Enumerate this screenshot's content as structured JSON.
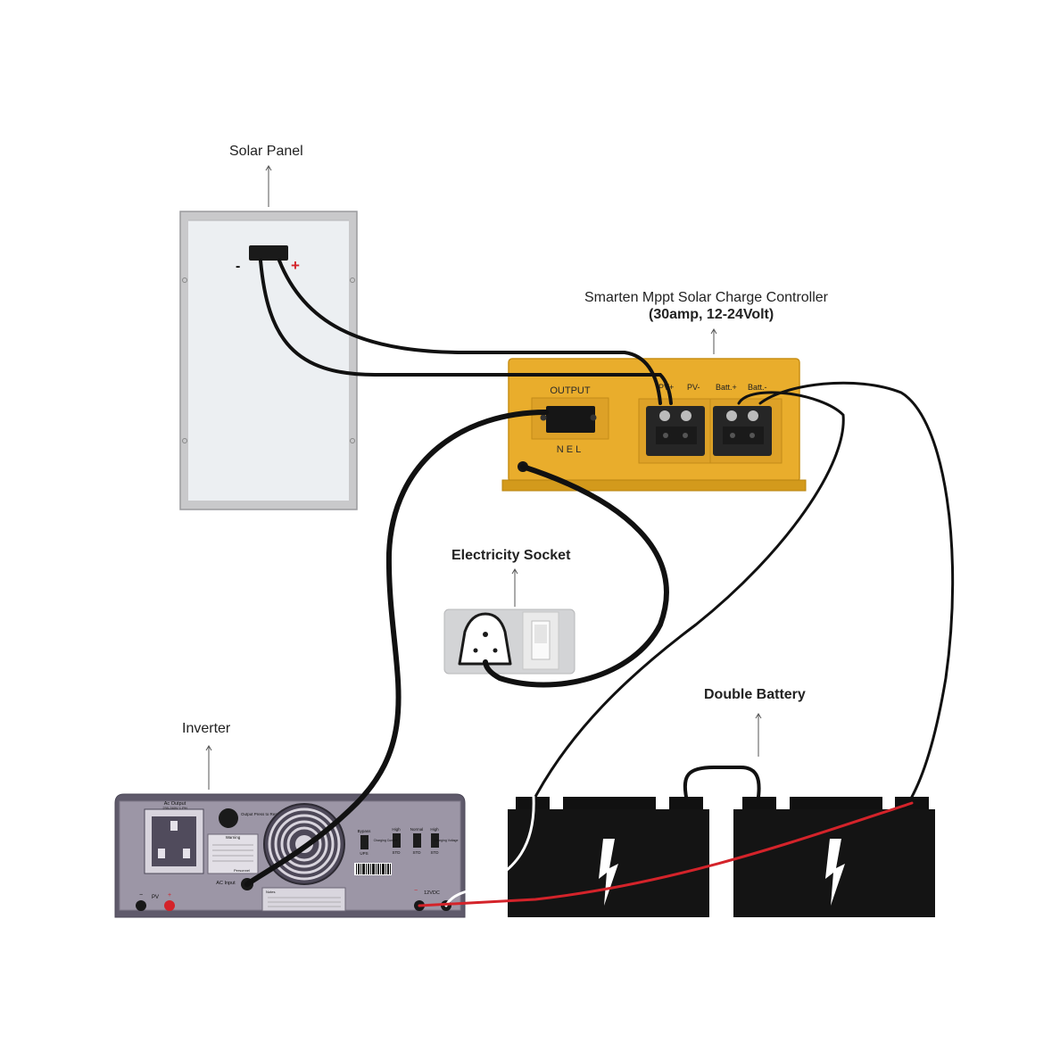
{
  "labels": {
    "solar_panel": "Solar Panel",
    "controller_title": "Smarten Mppt Solar Charge Controller",
    "controller_sub": "(30amp, 12-24Volt)",
    "socket": "Electricity Socket",
    "battery": "Double Battery",
    "inverter": "Inverter"
  },
  "panel": {
    "minus": "-",
    "plus": "+"
  },
  "controller": {
    "output": "OUTPUT",
    "nel": "NEL",
    "pv_plus": "PV+",
    "pv_minus": "PV-",
    "batt_plus": "Batt.+",
    "batt_minus": "Batt.-"
  },
  "inverter": {
    "ac_output": "Ac Output",
    "ac_output_sub": "230-240V 1 PH",
    "output_note": "Output Press to Restart",
    "warning": "Warning",
    "personnel": "Personnel",
    "ac_input": "AC Input",
    "bypass": "Bypass",
    "ups": "UPS",
    "charging_current": "Charging Current",
    "high": "High",
    "std": "STD",
    "normal": "Normal",
    "charging_voltage": "Charging Voltage",
    "notes": "Notes",
    "pv": "PV",
    "pv_minus": "−",
    "pv_plus": "+",
    "dc_minus": "−",
    "dc_label": "12VDC"
  },
  "colors": {
    "controller_body": "#e9ad2c",
    "inverter_body": "#5f5a6b",
    "battery": "#141414",
    "wire": "#111111",
    "wire_red": "#d4232a"
  }
}
